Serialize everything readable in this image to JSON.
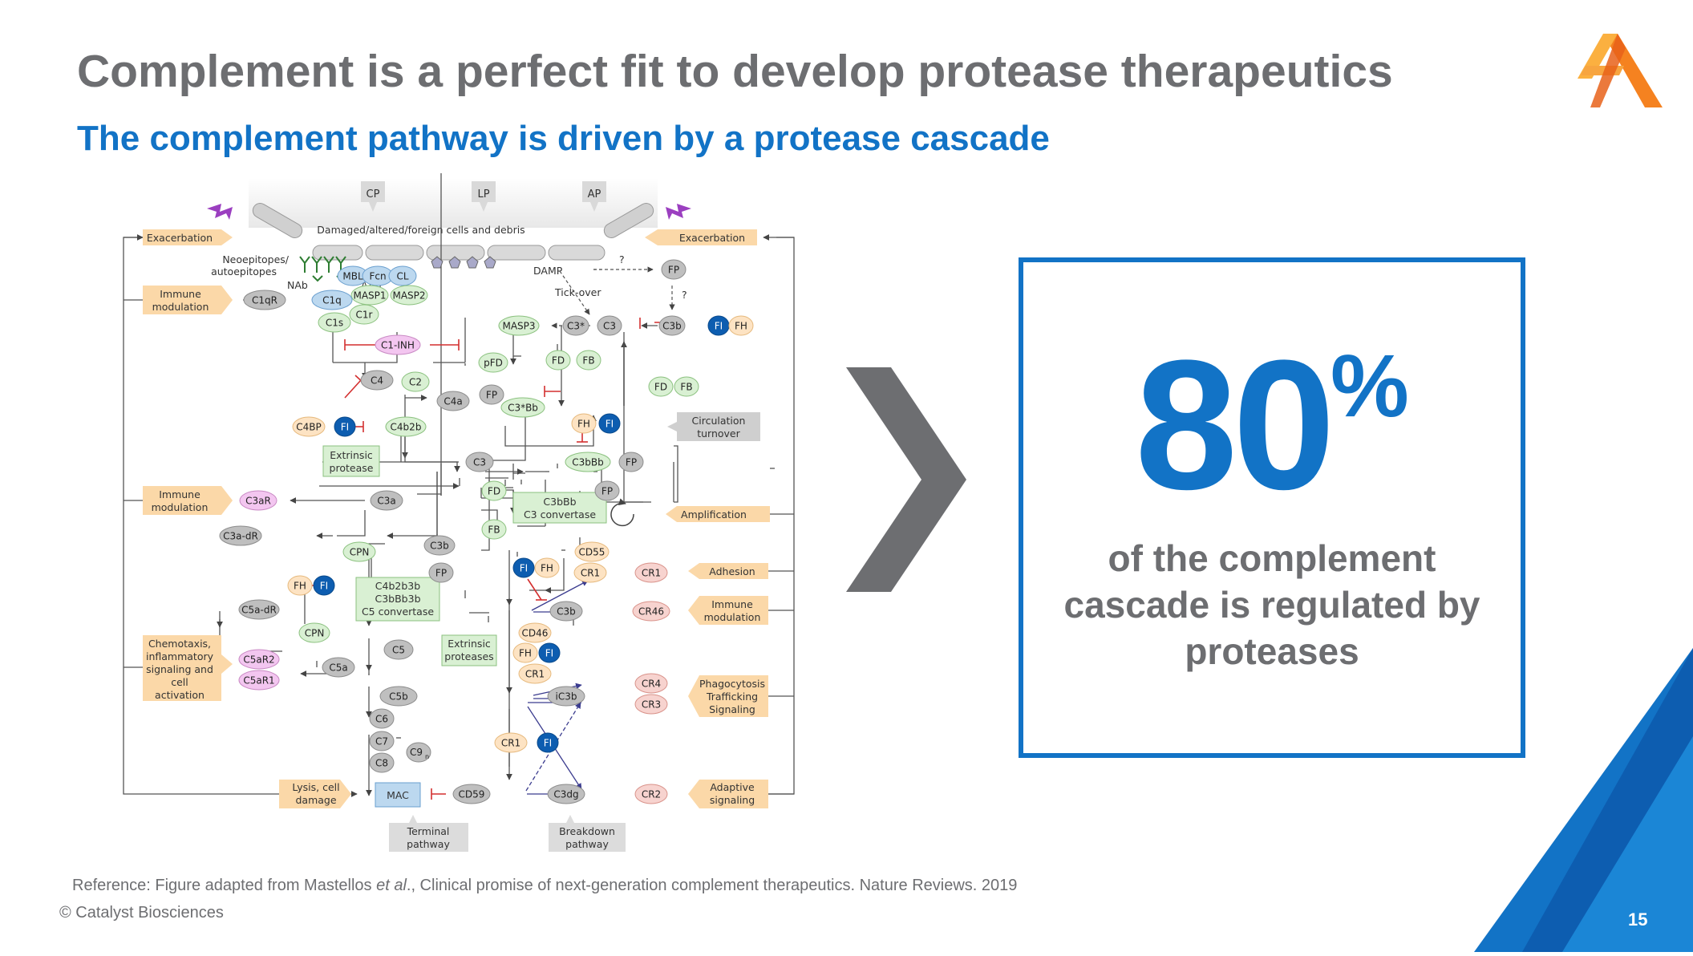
{
  "slide": {
    "title": "Complement is a perfect fit to develop protease therapeutics",
    "subtitle": "The complement pathway is driven by a protease cascade",
    "stat_value": "80",
    "stat_unit": "%",
    "stat_caption": "of the complement cascade is regulated by proteases",
    "reference_prefix": "Reference: Figure adapted from Mastellos ",
    "reference_italic": "et al",
    "reference_suffix": "., Clinical promise of next-generation complement therapeutics. Nature Reviews. 2019",
    "copyright": "© Catalyst Biosciences",
    "page_number": "15"
  },
  "colors": {
    "title_gray": "#6d6e71",
    "accent_blue": "#1273c6",
    "light_green": "#d9f0d3",
    "peach": "#fbd8a8",
    "gray_node": "#bfbfbf",
    "blue_node": "#0d5db0",
    "pink_node": "#f3c6f0",
    "salmon_node": "#f7d3cf",
    "purple_bolt": "#9b3fc0",
    "logo_orange": "#f58220"
  },
  "icons": {
    "logo": "catalyst-logo-icon",
    "chevron": "chevron-right-icon",
    "bolt": "lightning-bolt-icon"
  },
  "diagram": {
    "pathway_tabs": [
      "CP",
      "LP",
      "AP"
    ],
    "damaged_cells": "Damaged/altered/foreign cells and debris",
    "neoepitopes": [
      "Neoepitopes/",
      "autoepitopes"
    ],
    "nab": "NAb",
    "aab": "AAb",
    "damp": "DAMP",
    "tick_over": "Tick-over",
    "question": "?",
    "side_boxes": {
      "exacerbation": "Exacerbation",
      "immune_modulation": [
        "Immune",
        "modulation"
      ],
      "chemotaxis": [
        "Chemotaxis,",
        "inflammatory",
        "signaling and",
        "cell",
        "activation"
      ],
      "lysis": [
        "Lysis, cell",
        "damage"
      ],
      "amplification": "Amplification",
      "adhesion": "Adhesion",
      "phagocytosis": [
        "Phagocytosis",
        "Trafficking",
        "Signaling"
      ],
      "adaptive": [
        "Adaptive",
        "signaling"
      ],
      "circulation": [
        "Circulation",
        "turnover"
      ],
      "terminal": [
        "Terminal",
        "pathway"
      ],
      "breakdown": [
        "Breakdown",
        "pathway"
      ]
    },
    "boxes": {
      "extrinsic_protease": [
        "Extrinsic",
        "protease"
      ],
      "c3_convertase": [
        "C3bBb",
        "C3 convertase"
      ],
      "c5_convertase": [
        "C4b2b3b",
        "C3bBb3b",
        "C5 convertase"
      ],
      "extrinsic_proteases": [
        "Extrinsic",
        "proteases"
      ],
      "mac": "MAC"
    },
    "nodes": {
      "mbl": "MBL",
      "fcn": "Fcn",
      "cl": "CL",
      "masp1": "MASP1",
      "masp2": "MASP2",
      "c1qr": "C1qR",
      "c1q": "C1q",
      "c1r": "C1r",
      "c1s": "C1s",
      "c1inh": "C1-INH",
      "masp3": "MASP3",
      "c3star": "C3*",
      "c3": "C3",
      "c3b": "C3b",
      "fp": "FP",
      "fi": "FI",
      "fh": "FH",
      "pfd": "pFD",
      "fd": "FD",
      "fb": "FB",
      "c4": "C4",
      "c2": "C2",
      "c4a": "C4a",
      "c3starbb": "C3*Bb",
      "c4bp": "C4BP",
      "c4b2b": "C4b2b",
      "c3bbb": "C3bBb",
      "c3a": "C3a",
      "c3ar": "C3aR",
      "c3adr": "C3a-dR",
      "cpn": "CPN",
      "cd55": "CD55",
      "cr1": "CR1",
      "cd46": "CD46",
      "cr46": "CR46",
      "c5adr": "C5a-dR",
      "c5ar2": "C5aR2",
      "c5ar1": "C5aR1",
      "c5a": "C5a",
      "c5": "C5",
      "c5b": "C5b",
      "c6": "C6",
      "c7": "C7",
      "c8": "C8",
      "c9": "C9",
      "c9sub": "n",
      "ic3b": "iC3b",
      "cr4": "CR4",
      "cr3": "CR3",
      "cr2": "CR2",
      "c3dg": "C3dg",
      "cd59": "CD59"
    }
  }
}
